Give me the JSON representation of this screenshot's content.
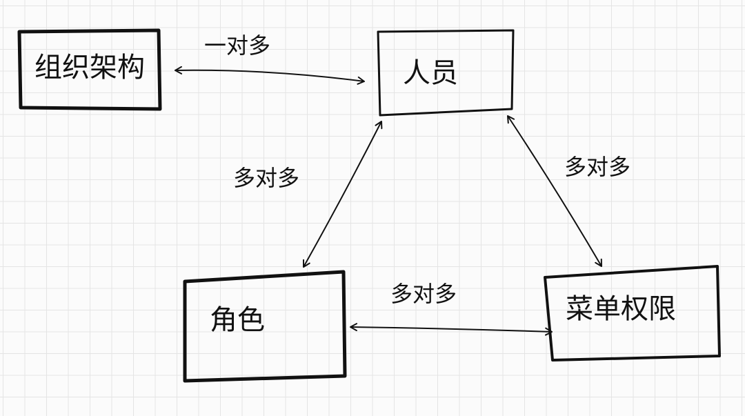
{
  "nodes": {
    "org": "组织架构",
    "person": "人员",
    "role": "角色",
    "menu": "菜单权限"
  },
  "relations": {
    "org_person": "一对多",
    "person_role": "多对多",
    "person_menu": "多对多",
    "role_menu": "多对多"
  },
  "colors": {
    "ink": "#111111",
    "paper": "#fbfbfb",
    "grid": "#e4e4e4"
  }
}
